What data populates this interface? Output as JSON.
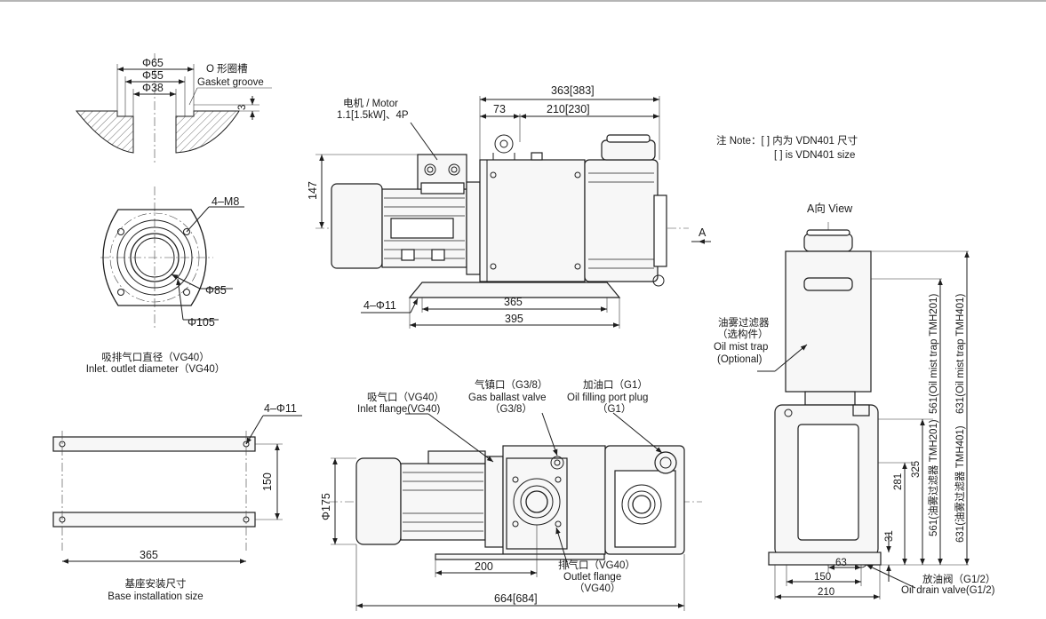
{
  "gasket": {
    "d65": "Φ65",
    "d55": "Φ55",
    "d38": "Φ38",
    "cn": "O 形圈槽",
    "en": "Gasket groove",
    "depth": "3"
  },
  "flange": {
    "holes": "4–M8",
    "d85": "Φ85",
    "d105": "Φ105",
    "cn": "吸排气口直径（VG40）",
    "en": "Inlet. outlet diameter（VG40）"
  },
  "side": {
    "motor_cn": "电机 / Motor",
    "motor_power": "1.1[1.5kW]、4P",
    "overall": "363[383]",
    "a73": "73",
    "a210": "210[230]",
    "h147": "147",
    "holes": "4–Φ11",
    "w365": "365",
    "w395": "395",
    "arrow": "A"
  },
  "note": {
    "line1": "注 Note：[ ] 内为 VDN401 尺寸",
    "line2": "[ ] is VDN401 size"
  },
  "view": {
    "title": "A向 View",
    "trap_cn": "油雾过滤器",
    "trap_opt_cn": "（选构件）",
    "trap_en": "Oil mist trap",
    "trap_opt_en": "(Optional)",
    "v561": "561(Oil mist trap TMH201)",
    "v631": "631(Oil mist trap TMH401)",
    "v561b": "561(油雾过滤器 TMH201)",
    "v631b": "631(油雾过滤器 TMH401)",
    "v325": "325",
    "v281": "281",
    "v31": "31",
    "w63": "63",
    "w150": "150",
    "w210": "210",
    "drain_cn": "放油阀（G1/2）",
    "drain_en": "Oil drain valve(G1/2)"
  },
  "base": {
    "holes": "4–Φ11",
    "h150": "150",
    "w365": "365",
    "cn": "基座安装尺寸",
    "en": "Base installation size"
  },
  "top": {
    "inlet_cn": "吸气口（VG40）",
    "inlet_en": "Inlet flange(VG40)",
    "gas_cn": "气镇口（G3/8）",
    "gas_en": "Gas ballast valve",
    "gas_en2": "（G3/8）",
    "oil_cn": "加油口（G1）",
    "oil_en": "Oil filling port plug",
    "oil_en2": "（G1）",
    "outlet_cn": "排气口（VG40）",
    "outlet_en": "Outlet flange",
    "outlet_en2": "（VG40）",
    "d175": "Φ175",
    "w200": "200",
    "total": "664[684]"
  }
}
